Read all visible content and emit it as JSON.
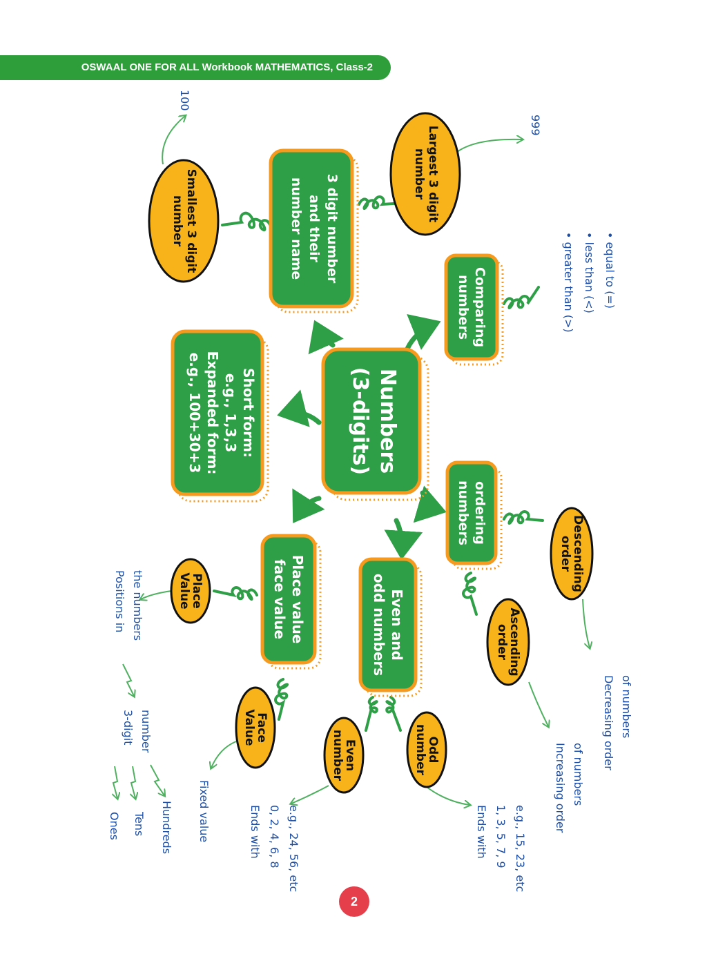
{
  "header": {
    "title": "OSWAAL ONE FOR ALL Workbook MATHEMATICS, Class-2"
  },
  "page_number": "2",
  "central": {
    "line1": "Numbers",
    "line2": "(3-digits)"
  },
  "forms_box": {
    "line1": "Short form:",
    "line2": "e.g., 1,3,3",
    "line3": "Expanded form:",
    "line4": "e.g., 100+30+3"
  },
  "three_digit_box": {
    "line1": "3 digit number",
    "line2": "and their",
    "line3": "number name"
  },
  "smallest": {
    "line1": "Smallest 3 digit",
    "line2": "number",
    "value": "100"
  },
  "largest": {
    "line1": "Largest 3 digit",
    "line2": "number",
    "value": "999"
  },
  "comparing": {
    "line1": "Comparing",
    "line2": "numbers",
    "items": [
      "• greater than (>)",
      "• less than (<)",
      "• equal to (=)"
    ]
  },
  "ordering": {
    "line1": "ordering",
    "line2": "numbers"
  },
  "descending": {
    "line1": "Descending",
    "line2": "order",
    "note1": "Decreasing order",
    "note2": "of numbers"
  },
  "ascending": {
    "line1": "Ascending",
    "line2": "order",
    "note1": "Increasing order",
    "note2": "of numbers"
  },
  "place_face_box": {
    "line1": "Place value",
    "line2": "face value"
  },
  "place_value": {
    "line1": "Place",
    "line2": "Value",
    "note1": "Positions in",
    "note2": "the numbers"
  },
  "three_digit_note": {
    "line1": "3-digit",
    "line2": "number"
  },
  "positions": [
    "Ones",
    "Tens",
    "Hundreds"
  ],
  "face_value": {
    "line1": "Face",
    "line2": "Value",
    "note": "Fixed value"
  },
  "even_odd_box": {
    "line1": "Even and",
    "line2": "odd numbers"
  },
  "even": {
    "line1": "Even",
    "line2": "number",
    "note1": "Ends with",
    "note2": "0, 2, 4, 6, 8",
    "note3": "e.g., 24, 56, etc"
  },
  "odd": {
    "line1": "Odd",
    "line2": "number",
    "note1": "Ends with",
    "note2": "1, 3, 5, 7, 9",
    "note3": "e.g., 15, 23, etc"
  }
}
